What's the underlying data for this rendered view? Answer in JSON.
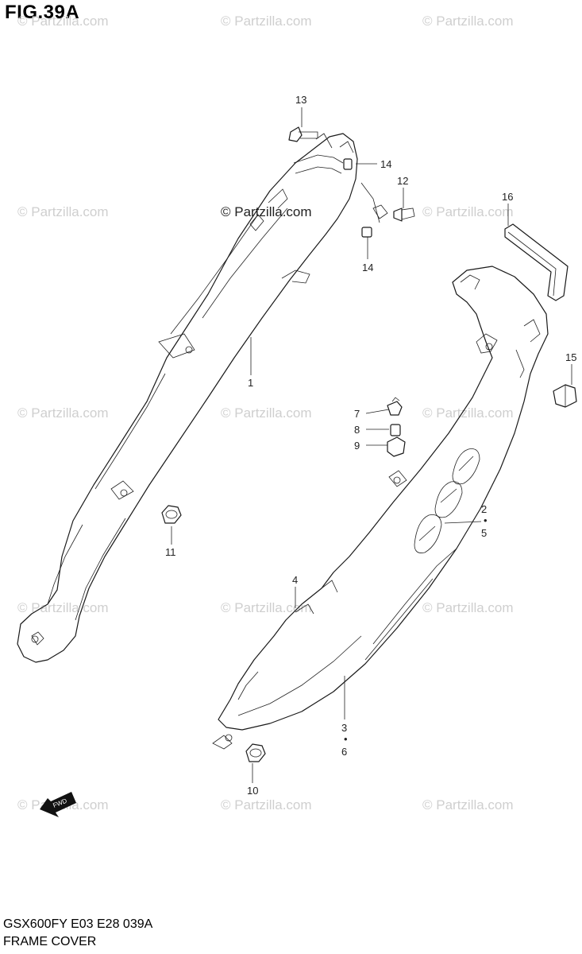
{
  "figure_title": "FIG.39A",
  "footer": {
    "model_line": "GSX600FY E03 E28  039A",
    "name_line": "FRAME COVER"
  },
  "watermark": {
    "text": "© Partzilla.com",
    "color": "#cfcfcf"
  },
  "center_watermark": "© Partzilla.com",
  "direction_arrow_label": "FWD",
  "callouts": {
    "c1": "1",
    "c2": "2",
    "c3": "3",
    "c4": "4",
    "c5": "5",
    "c6": "6",
    "c7": "7",
    "c8": "8",
    "c9": "9",
    "c10": "10",
    "c11": "11",
    "c12": "12",
    "c13": "13",
    "c14a": "14",
    "c14b": "14",
    "c15": "15",
    "c16": "16"
  },
  "separator": "•"
}
